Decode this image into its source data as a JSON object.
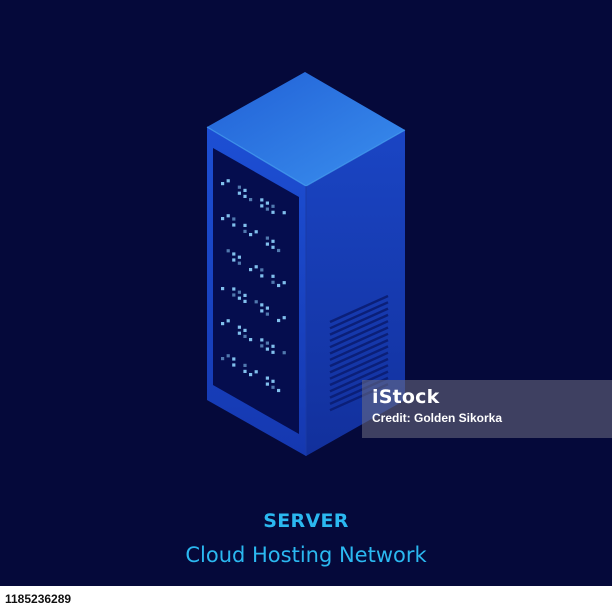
{
  "caption": {
    "title": "SERVER",
    "subtitle": "Cloud Hosting Network"
  },
  "watermark": {
    "logo_text": "iStock",
    "credit": "Credit: Golden Sikorka"
  },
  "footer": {
    "image_id": "1185236289"
  },
  "colors": {
    "background": "#05093a",
    "accent": "#2bb8f0",
    "server_top": "#2d7ae4",
    "server_front": "#1c47c9",
    "server_side": "#1437a8",
    "panel": "#050d4e",
    "led": "#8fd4ff"
  }
}
